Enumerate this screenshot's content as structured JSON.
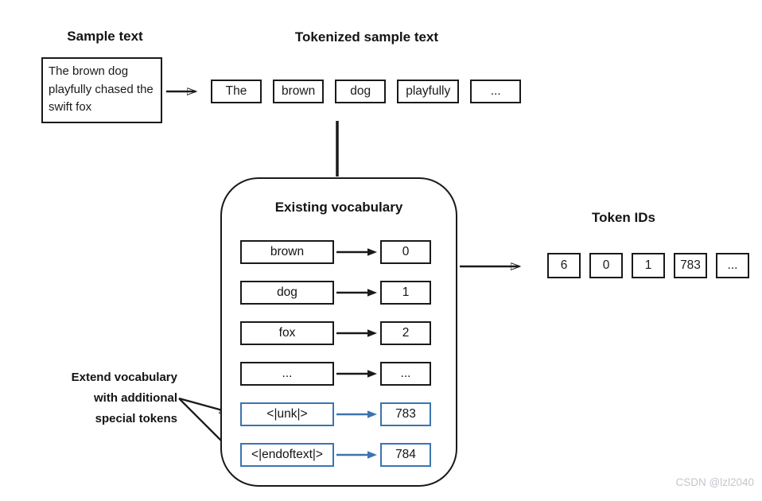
{
  "page": {
    "watermark": "CSDN @lzl2040"
  },
  "colors": {
    "accent_blue": "#3c74b0",
    "line_black": "#1a1a1a",
    "watermark_gray": "#c6c6cd"
  },
  "sample": {
    "heading": "Sample text",
    "text": "The brown dog playfully chased the swift fox"
  },
  "tokenized": {
    "heading": "Tokenized sample text",
    "tokens": [
      "The",
      "brown",
      "dog",
      "playfully",
      "..."
    ]
  },
  "vocabulary": {
    "heading": "Existing vocabulary",
    "rows": [
      {
        "word": "brown",
        "id": "0",
        "special": false
      },
      {
        "word": "dog",
        "id": "1",
        "special": false
      },
      {
        "word": "fox",
        "id": "2",
        "special": false
      },
      {
        "word": "...",
        "id": "...",
        "special": false
      },
      {
        "word": "<|unk|>",
        "id": "783",
        "special": true
      },
      {
        "word": "<|endoftext|>",
        "id": "784",
        "special": true
      }
    ],
    "extend_note_lines": [
      "Extend vocabulary",
      "with additional",
      "special tokens"
    ]
  },
  "token_ids": {
    "heading": "Token IDs",
    "values": [
      "6",
      "0",
      "1",
      "783",
      "..."
    ]
  }
}
